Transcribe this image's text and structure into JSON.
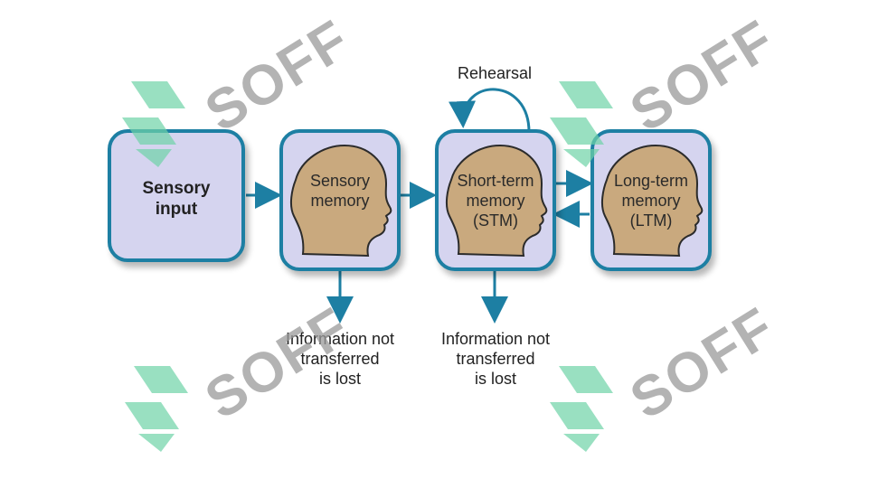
{
  "nodes": {
    "sensory_input": {
      "lines": [
        "Sensory",
        "input"
      ]
    },
    "sensory_memory": {
      "lines": [
        "Sensory",
        "memory"
      ]
    },
    "short_term_memory": {
      "lines": [
        "Short-term",
        "memory",
        "(STM)"
      ]
    },
    "long_term_memory": {
      "lines": [
        "Long-term",
        "memory",
        "(LTM)"
      ]
    }
  },
  "edges": {
    "rehearsal_label": "Rehearsal",
    "lost_caption_1": [
      "Information not",
      "transferred",
      "is lost"
    ],
    "lost_caption_2": [
      "Information not",
      "transferred",
      "is lost"
    ]
  },
  "watermark": {
    "text": "SOFF"
  },
  "colors": {
    "box_border": "#1d7fa3",
    "box_fill": "#d5d4ef",
    "head_fill": "#c9a97e",
    "head_outline": "#2b2b2b",
    "arrow": "#1d7fa3",
    "watermark_green": "#6fd3a8",
    "watermark_gray": "#9a9a9a"
  }
}
